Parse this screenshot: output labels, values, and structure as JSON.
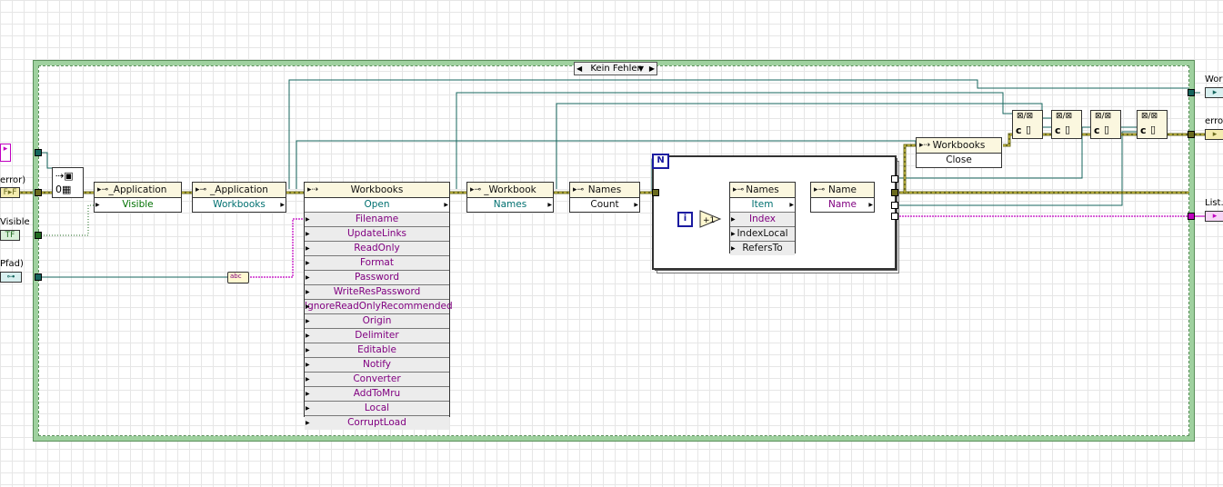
{
  "case_selector": "Kein Fehler",
  "left_labels": {
    "error_in": "error)",
    "visible": "Visible",
    "path": "Pfad)"
  },
  "left_ctrls": {
    "error_ctrl": "F▸F",
    "visible_ctrl": "TF",
    "path_ctrl": "⊶"
  },
  "right_labels": {
    "workbook": "Wor",
    "error_out": "erro",
    "list": "List."
  },
  "nodes": {
    "app_visible": {
      "class": "_Application",
      "prop": "Visible"
    },
    "app_workbooks": {
      "class": "_Application",
      "prop": "Workbooks"
    },
    "workbooks_open": {
      "class": "Workbooks",
      "method": "Open",
      "params": [
        "Filename",
        "UpdateLinks",
        "ReadOnly",
        "Format",
        "Password",
        "WriteResPassword",
        "IgnoreReadOnlyRecommended",
        "Origin",
        "Delimiter",
        "Editable",
        "Notify",
        "Converter",
        "AddToMru",
        "Local",
        "CorruptLoad"
      ]
    },
    "workbook_names": {
      "class": "_Workbook",
      "prop": "Names"
    },
    "names_count": {
      "class": "Names",
      "prop": "Count"
    },
    "names_item": {
      "class": "Names",
      "method": "Item",
      "params": [
        "Index",
        "IndexLocal",
        "RefersTo"
      ]
    },
    "name_name": {
      "class": "Name",
      "prop": "Name"
    },
    "workbooks_close": {
      "class": "Workbooks",
      "method": "Close"
    }
  },
  "loop": {
    "count_label": "N",
    "index_label": "i",
    "increment": "+1"
  },
  "close_ref_label": "c",
  "convert_label": "abc"
}
